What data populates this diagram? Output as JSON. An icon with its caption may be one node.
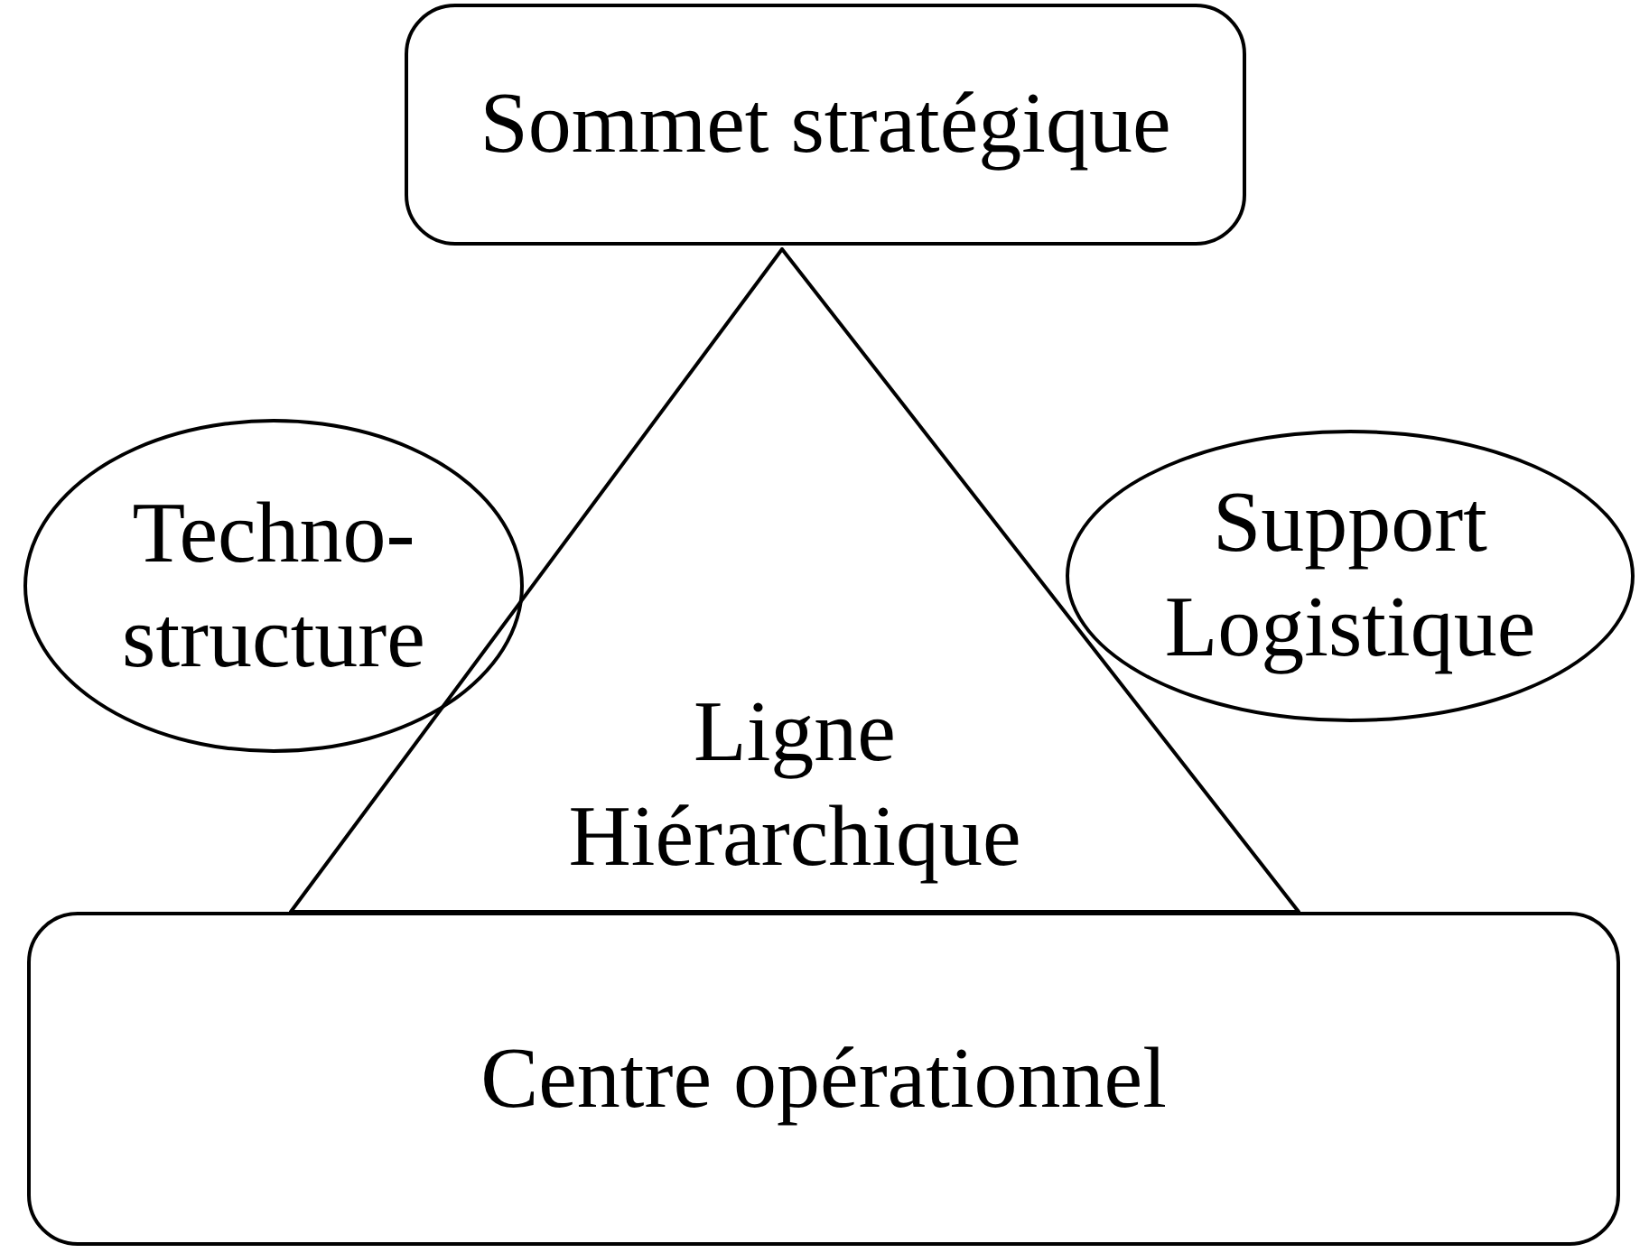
{
  "diagram": {
    "nodes": [
      {
        "text": [
          "Sommet stratégique"
        ]
      },
      {
        "text": [
          "Techno- structure"
        ]
      },
      {
        "text": [
          "Support Logistique"
        ]
      },
      {
        "text": [
          "Ligne Hiérarchique"
        ]
      },
      {
        "text": [
          "Centre opérationnel"
        ]
      }
    ],
    "edges": []
  }
}
